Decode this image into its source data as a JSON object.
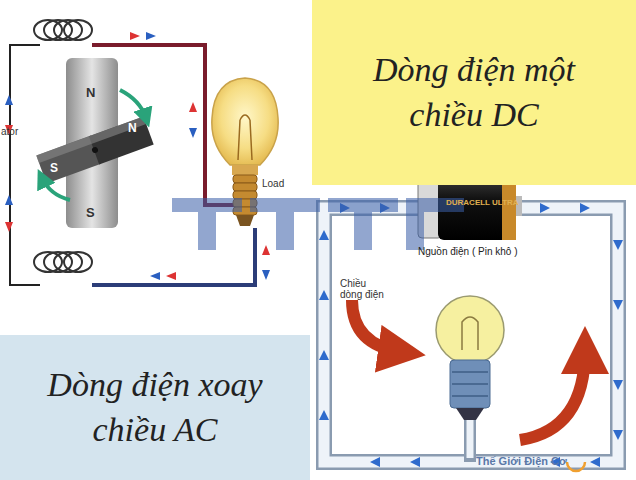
{
  "diagram": {
    "nodes": [
      {
        "text": [
          "Dòng điện một chiều DC"
        ]
      },
      {
        "text": [
          "Dòng điện xoay chiều AC"
        ]
      }
    ],
    "labels": [
      "N",
      "S",
      "S",
      "N",
      "ator",
      "Load",
      "DURACELL ULTRA",
      "Nguồn điện ( Pin khô )",
      "Chiều dòng điện",
      "Thế Giới Điện Cơ"
    ]
  }
}
